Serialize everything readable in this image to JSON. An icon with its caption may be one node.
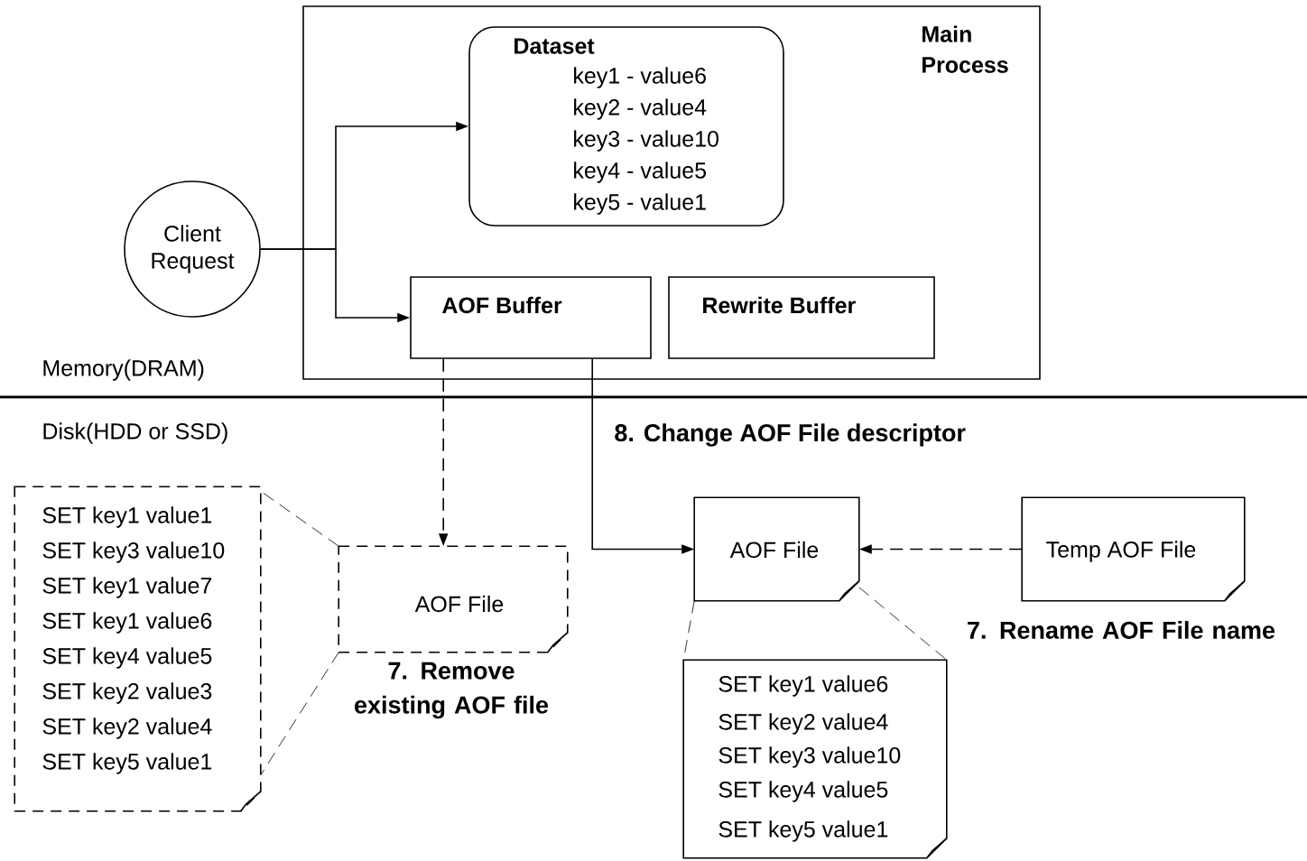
{
  "diagram": {
    "nodes": [
      {
        "text": [
          "Main Process"
        ]
      },
      {
        "text": [
          "Dataset",
          "key1 - value6",
          "key2 - value4",
          "key3 - value10",
          "key4 - value5",
          "key5 - value1"
        ],
        "in": 0
      },
      {
        "text": [
          "Client Request"
        ]
      },
      {
        "text": [
          "AOF Buffer"
        ],
        "in": 0
      },
      {
        "text": [
          "Rewrite Buffer"
        ],
        "in": 0
      },
      {
        "text": [
          "AOF File"
        ],
        "beside": [
          "7. Remove existing AOF file"
        ]
      },
      {
        "text": [
          "SET key1 value1",
          "SET key3 value10",
          "SET key1 value7",
          "SET key1 value6",
          "SET key4 value5",
          "SET key2 value3",
          "SET key2 value4",
          "SET key5 value1"
        ]
      },
      {
        "text": [
          "AOF File"
        ]
      },
      {
        "text": [
          "Temp AOF File"
        ],
        "beside": [
          "7. Rename AOF File name"
        ]
      },
      {
        "text": [
          "SET key1 value6",
          "SET key2 value4",
          "SET key3 value10",
          "SET key4 value5",
          "SET key5 value1"
        ]
      }
    ],
    "edges": [
      {
        "from": 2,
        "to": 1,
        "arrow": "to"
      },
      {
        "from": 2,
        "to": 3,
        "arrow": "to"
      },
      {
        "from": 3,
        "to": 5,
        "arrow": "to",
        "style": "dashed"
      },
      {
        "from": 3,
        "to": 7,
        "arrow": "to",
        "label": "8. Change AOF File descriptor"
      },
      {
        "from": 8,
        "to": 7,
        "arrow": "to",
        "style": "dashed"
      },
      {
        "from": 5,
        "to": 6,
        "arrow": "none",
        "style": "dashed"
      },
      {
        "from": 5,
        "to": 6,
        "arrow": "none",
        "style": "dashed"
      },
      {
        "from": 7,
        "to": 9,
        "arrow": "none",
        "style": "dashed"
      },
      {
        "from": 7,
        "to": 9,
        "arrow": "none",
        "style": "dashed"
      }
    ],
    "labels": [
      "Memory(DRAM)",
      "Disk(HDD or SSD)"
    ]
  }
}
